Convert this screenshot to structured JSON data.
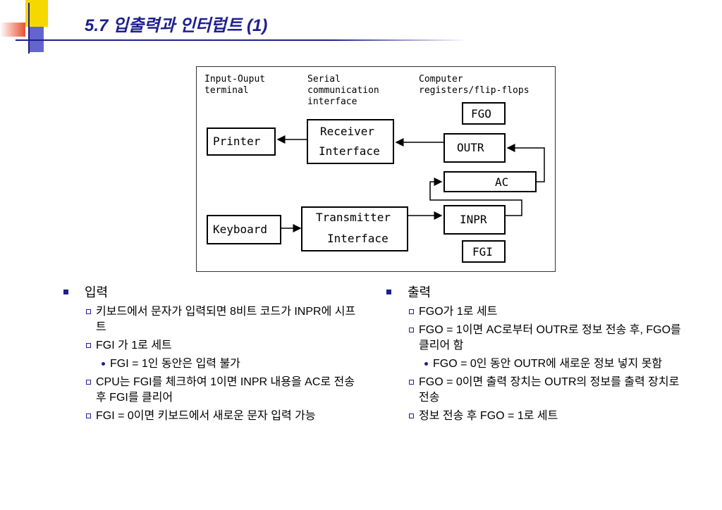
{
  "slide": {
    "title": "5.7 입출력과 인터럽트 (1)"
  },
  "colors": {
    "title": "#1f1f8f",
    "bullet": "#1f1f8f",
    "deco_yellow": "#f5d800",
    "deco_red": "#e85030",
    "deco_blue": "#3030c0"
  },
  "diagram": {
    "col_terminal": [
      "Input-Ouput",
      "terminal"
    ],
    "col_serial": [
      "Serial",
      "communication",
      "interface"
    ],
    "col_registers": [
      "Computer",
      "registers/flip-flops"
    ],
    "boxes": {
      "printer": "Printer",
      "keyboard": "Keyboard",
      "receiver": [
        "Receiver",
        "Interface"
      ],
      "transmitter": [
        "Transmitter",
        "Interface"
      ],
      "fgo": "FGO",
      "outr": "OUTR",
      "ac": "AC",
      "inpr": "INPR",
      "fgi": "FGI"
    }
  },
  "left": {
    "heading": "입력",
    "items": [
      {
        "text": "키보드에서 문자가 입력되면 8비트 코드가 INPR에 시프트",
        "sub": []
      },
      {
        "text": "FGI 가 1로 세트",
        "sub": [
          "FGI = 1인 동안은 입력 불가"
        ]
      },
      {
        "text": "CPU는 FGI를 체크하여 1이면 INPR 내용을 AC로 전송 후 FGI를 클리어",
        "sub": []
      },
      {
        "text": "FGI = 0이면 키보드에서 새로운 문자 입력 가능",
        "sub": []
      }
    ]
  },
  "right": {
    "heading": "출력",
    "items": [
      {
        "text": "FGO가 1로 세트",
        "sub": []
      },
      {
        "text": "FGO = 1이면 AC로부터 OUTR로 정보 전송 후, FGO를 클리어 함",
        "sub": [
          "FGO = 0인 동안 OUTR에 새로운 정보 넣지 못함"
        ]
      },
      {
        "text": "FGO = 0이면 출력 장치는 OUTR의 정보를 출력 장치로 전송",
        "sub": []
      },
      {
        "text": "정보 전송 후 FGO = 1로 세트",
        "sub": []
      }
    ]
  }
}
